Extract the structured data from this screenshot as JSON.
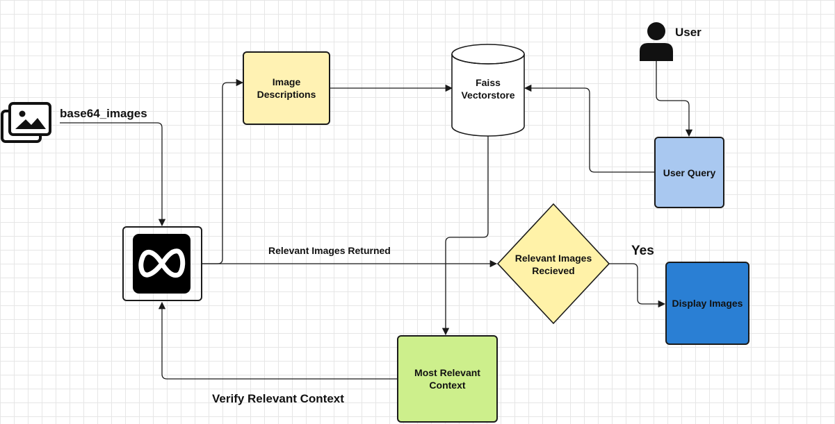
{
  "nodes": {
    "image_descriptions": "Image\nDescriptions",
    "faiss_vectorstore": "Faiss\nVectorstore",
    "user_query": "User Query",
    "relevant_images_received": "Relevant Images\nRecieved",
    "display_images": "Display Images",
    "most_relevant_context": "Most Relevant\nContext"
  },
  "labels": {
    "user": "User",
    "base64_images": "base64_images",
    "relevant_images_returned": "Relevant Images Returned",
    "yes": "Yes",
    "verify_relevant_context": "Verify Relevant Context"
  },
  "icons": {
    "images": "images-stack-icon",
    "user": "user-icon",
    "model": "meta-logo-icon"
  },
  "colors": {
    "image_descriptions_fill": "#fff2b3",
    "user_query_fill": "#a9c8f0",
    "diamond_fill": "#fff2a8",
    "display_images_fill": "#2a7fd4",
    "most_relevant_context_fill": "#cdef8c",
    "edge": "#1a1a1a"
  }
}
